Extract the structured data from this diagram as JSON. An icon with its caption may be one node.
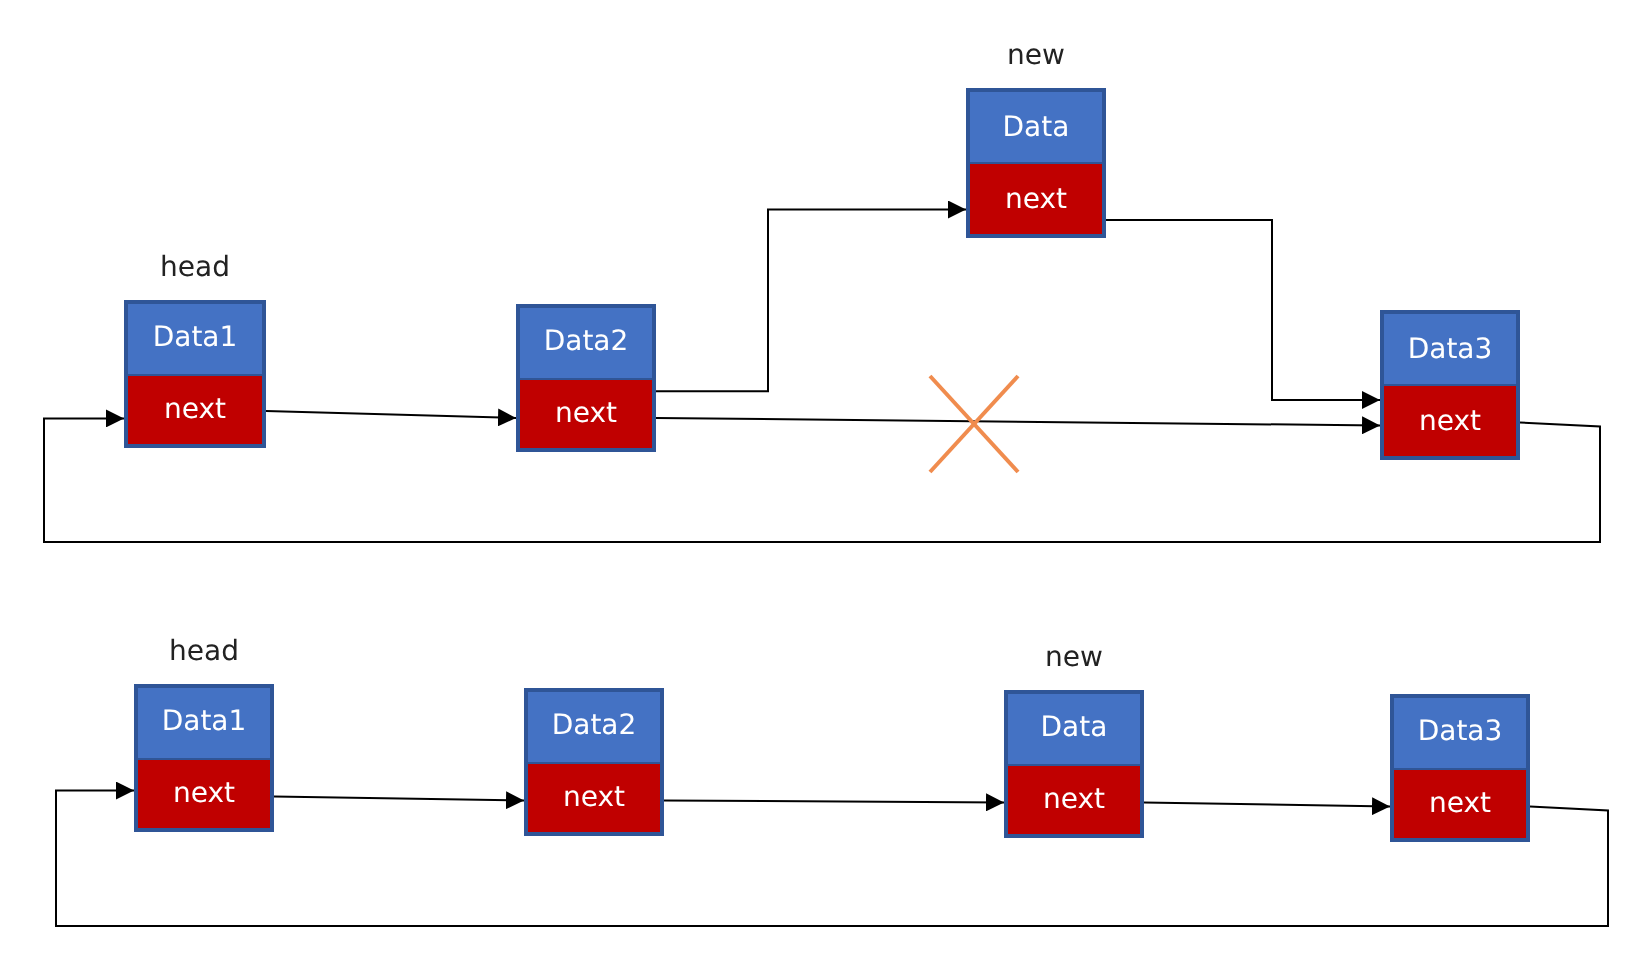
{
  "diagram": {
    "nodes": [
      {
        "text": [
          "Data1",
          "next"
        ],
        "beside": [
          "head"
        ]
      },
      {
        "text": [
          "Data2",
          "next"
        ]
      },
      {
        "text": [
          "Data",
          "next"
        ],
        "beside": [
          "new"
        ]
      },
      {
        "text": [
          "Data3",
          "next"
        ]
      },
      {
        "text": [
          "Data1",
          "next"
        ],
        "beside": [
          "head"
        ]
      },
      {
        "text": [
          "Data2",
          "next"
        ]
      },
      {
        "text": [
          "Data",
          "next"
        ],
        "beside": [
          "new"
        ]
      },
      {
        "text": [
          "Data3",
          "next"
        ]
      }
    ],
    "edges": [
      {
        "from": 0,
        "to": 1,
        "arrow": "to"
      },
      {
        "from": 1,
        "to": 2,
        "arrow": "to"
      },
      {
        "from": 2,
        "to": 3,
        "arrow": "to"
      },
      {
        "from": 1,
        "to": 3,
        "arrow": "to"
      },
      {
        "from": 3,
        "to": 0,
        "arrow": "to"
      },
      {
        "from": 4,
        "to": 5,
        "arrow": "to"
      },
      {
        "from": 5,
        "to": 6,
        "arrow": "to"
      },
      {
        "from": 6,
        "to": 7,
        "arrow": "to"
      },
      {
        "from": 7,
        "to": 4,
        "arrow": "to"
      }
    ]
  }
}
